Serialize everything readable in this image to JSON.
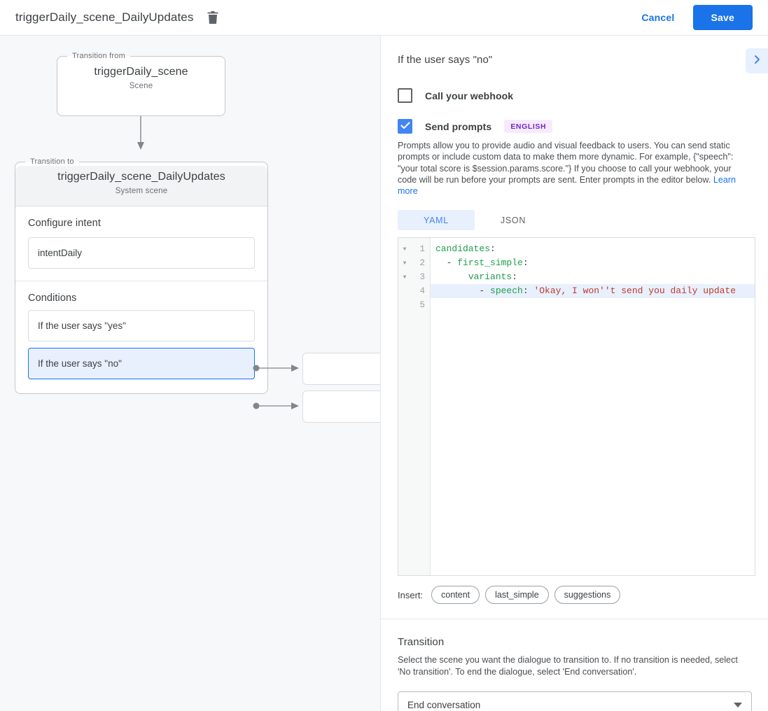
{
  "topbar": {
    "title": "triggerDaily_scene_DailyUpdates",
    "delete_icon": "trash-icon",
    "cancel_label": "Cancel",
    "save_label": "Save",
    "save_color": "#1a73e8",
    "cancel_color": "#1a73e8"
  },
  "canvas": {
    "background": "#f7f8fa",
    "transition_from": {
      "legend": "Transition from",
      "title": "triggerDaily_scene",
      "subtitle": "Scene"
    },
    "transition_to": {
      "legend": "Transition to",
      "title": "triggerDaily_scene_DailyUpdates",
      "subtitle": "System scene",
      "intent_section_title": "Configure intent",
      "intent_value": "intentDaily",
      "conditions_section_title": "Conditions",
      "conditions": [
        {
          "label": "If the user says \"yes\"",
          "selected": false
        },
        {
          "label": "If the user says \"no\"",
          "selected": true
        }
      ]
    }
  },
  "panel": {
    "title": "If the user says \"no\"",
    "collapse_icon": "chevron-right-icon",
    "webhook": {
      "label": "Call your webhook",
      "checked": false
    },
    "prompts": {
      "label": "Send prompts",
      "checked": true,
      "badge": "ENGLISH",
      "badge_bg": "#f6ebfd",
      "badge_color": "#7627c9",
      "description": "Prompts allow you to provide audio and visual feedback to users. You can send static prompts or include custom data to make them more dynamic. For example, {\"speech\": \"your total score is $session.params.score.\"} If you choose to call your webhook, your code will be run before your prompts are sent. Enter prompts in the editor below.",
      "learn_more": "Learn more"
    },
    "tabs": [
      {
        "label": "YAML",
        "active": true
      },
      {
        "label": "JSON",
        "active": false
      }
    ],
    "editor": {
      "lines": [
        {
          "number": "1",
          "fold": "▼",
          "highlight": false,
          "tokens": [
            {
              "t": "candidates",
              "c": "k"
            },
            {
              "t": ":",
              "c": "p"
            }
          ]
        },
        {
          "number": "2",
          "fold": "▼",
          "highlight": false,
          "tokens": [
            {
              "t": "  - ",
              "c": "p"
            },
            {
              "t": "first_simple",
              "c": "k"
            },
            {
              "t": ":",
              "c": "p"
            }
          ]
        },
        {
          "number": "3",
          "fold": "▼",
          "highlight": false,
          "tokens": [
            {
              "t": "      ",
              "c": "p"
            },
            {
              "t": "variants",
              "c": "k"
            },
            {
              "t": ":",
              "c": "p"
            }
          ]
        },
        {
          "number": "4",
          "fold": "",
          "highlight": true,
          "tokens": [
            {
              "t": "        - ",
              "c": "p"
            },
            {
              "t": "speech",
              "c": "k"
            },
            {
              "t": ": ",
              "c": "p"
            },
            {
              "t": "'Okay, I won''t send you daily update",
              "c": "s"
            }
          ]
        },
        {
          "number": "5",
          "fold": "",
          "highlight": false,
          "tokens": []
        }
      ]
    },
    "insert": {
      "label": "Insert:",
      "chips": [
        "content",
        "last_simple",
        "suggestions"
      ]
    },
    "transition": {
      "title": "Transition",
      "description": "Select the scene you want the dialogue to transition to. If no transition is needed, select 'No transition'. To end the dialogue, select 'End conversation'.",
      "selected": "End conversation",
      "dropdown_icon": "chevron-down-icon"
    }
  }
}
